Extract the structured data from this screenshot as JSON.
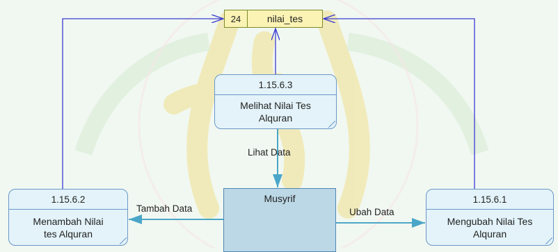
{
  "data_store": {
    "number": "24",
    "name": "nilai_tes"
  },
  "processes": [
    {
      "id": "1.15.6.3",
      "name": "Melihat Nilai Tes\nAlquran"
    },
    {
      "id": "1.15.6.2",
      "name": "Menambah Nilai\ntes Alquran"
    },
    {
      "id": "1.15.6.1",
      "name": "Mengubah Nilai Tes\nAlquran"
    }
  ],
  "entity": {
    "name": "Musyrif"
  },
  "flows": {
    "view": "Lihat Data",
    "add": "Tambah Data",
    "update": "Ubah Data"
  },
  "colors": {
    "process_fill": "#e3f3f9",
    "process_border": "#6a96c8",
    "store_fill": "#fbf3b4",
    "entity_fill": "#bcd8e6",
    "store_line": "#3a3ad0",
    "entity_line": "#4aa6c8",
    "watermark": "#f0e3a4"
  }
}
